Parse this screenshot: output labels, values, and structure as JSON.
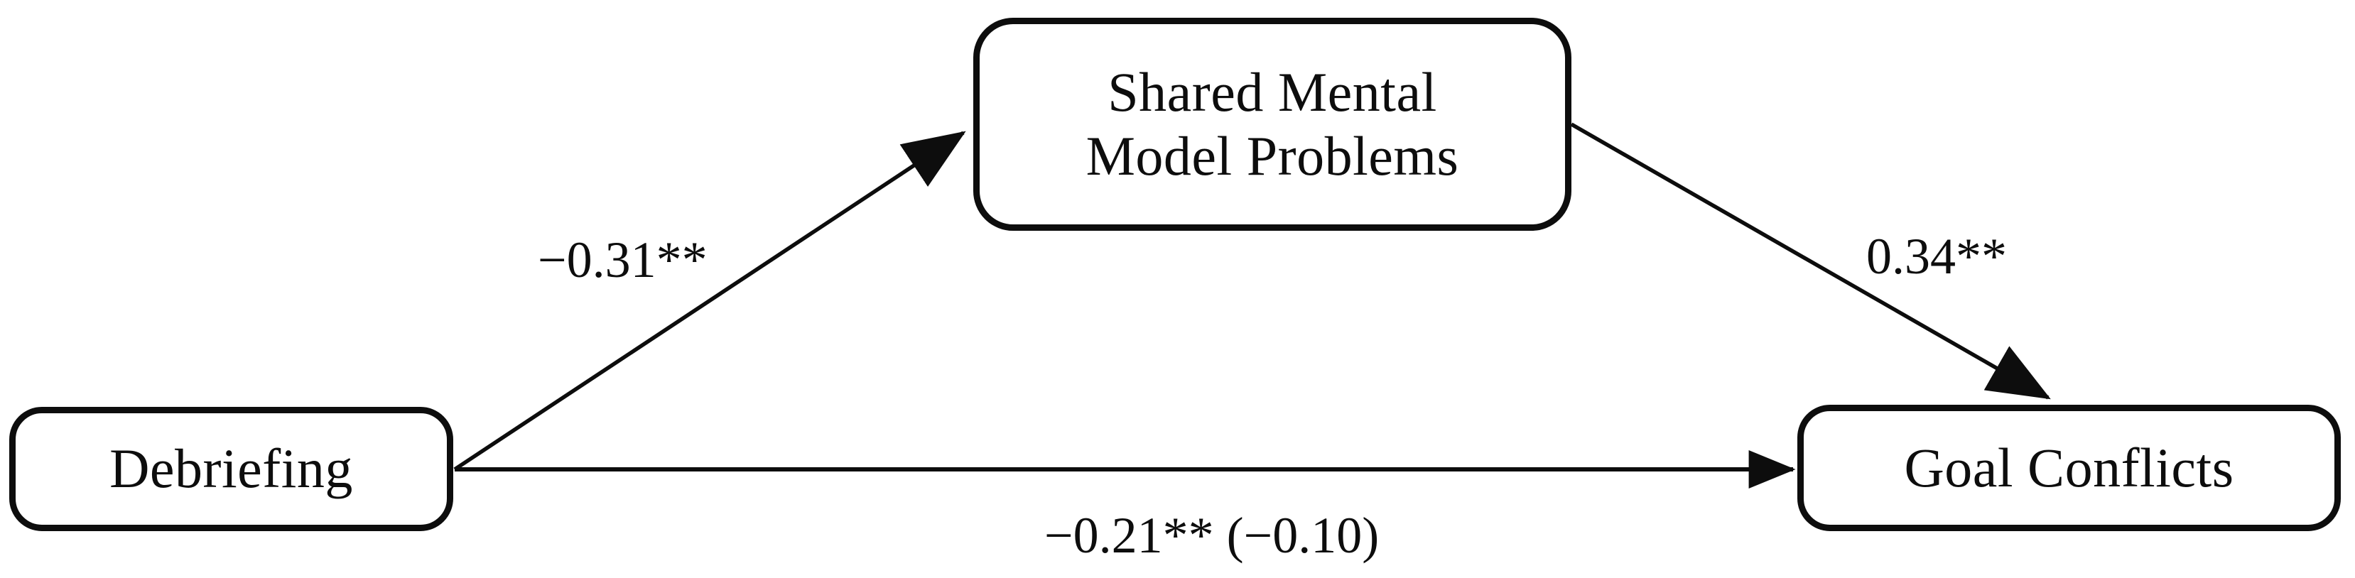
{
  "diagram": {
    "type": "mediation-path-diagram",
    "background_color": "#ffffff",
    "stroke_color": "#0d0d0d",
    "nodes": [
      {
        "id": "debriefing",
        "label": "Debriefing",
        "role": "predictor"
      },
      {
        "id": "shared-mental-model-problems",
        "label": "Shared Mental\nModel Problems",
        "role": "mediator"
      },
      {
        "id": "goal-conflicts",
        "label": "Goal Conflicts",
        "role": "outcome"
      }
    ],
    "edges": [
      {
        "id": "a-path",
        "from": "debriefing",
        "to": "shared-mental-model-problems",
        "label": "−0.31**",
        "coefficient": -0.31,
        "significance": "**"
      },
      {
        "id": "b-path",
        "from": "shared-mental-model-problems",
        "to": "goal-conflicts",
        "label": "0.34**",
        "coefficient": 0.34,
        "significance": "**"
      },
      {
        "id": "c-path",
        "from": "debriefing",
        "to": "goal-conflicts",
        "label": "−0.21** (−0.10)",
        "coefficient": -0.21,
        "significance": "**",
        "indirect_adjusted": -0.1
      }
    ]
  }
}
